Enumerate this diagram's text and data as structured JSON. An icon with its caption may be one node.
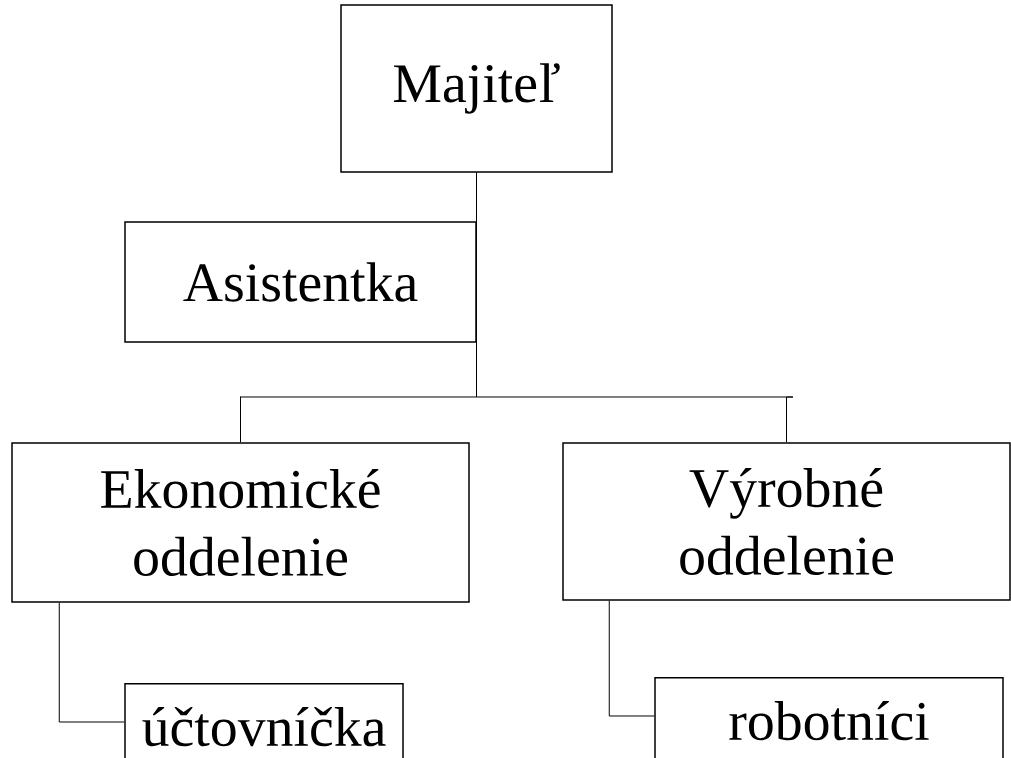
{
  "diagram": {
    "nodes": [
      {
        "text": [
          "Majiteľ"
        ]
      },
      {
        "text": [
          "Asistentka"
        ]
      },
      {
        "text": [
          "Ekonomické oddelenie"
        ]
      },
      {
        "text": [
          "Výrobné oddelenie"
        ]
      },
      {
        "text": [
          "účtovníčka"
        ]
      },
      {
        "text": [
          "robotníci"
        ]
      }
    ],
    "edges": [
      {
        "from": 0,
        "to": 1,
        "arrow": "none"
      },
      {
        "from": 0,
        "to": 2,
        "arrow": "none"
      },
      {
        "from": 0,
        "to": 3,
        "arrow": "none"
      },
      {
        "from": 2,
        "to": 4,
        "arrow": "none"
      },
      {
        "from": 3,
        "to": 5,
        "arrow": "none"
      }
    ]
  }
}
